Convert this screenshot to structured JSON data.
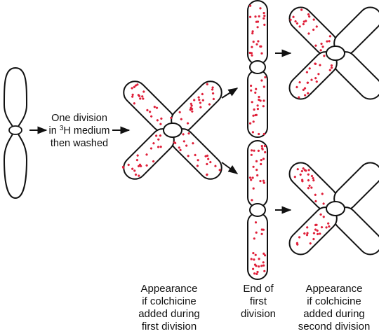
{
  "step_label": {
    "line1": "One division",
    "line2_prefix": "in ",
    "line2_isotope_mass": "3",
    "line2_suffix": "H medium",
    "line3": "then washed"
  },
  "captions": {
    "first_division": [
      "Appearance",
      "if colchicine",
      "added during",
      "first division"
    ],
    "end_of_first": [
      "End of",
      "first",
      "division"
    ],
    "second_division": [
      "Appearance",
      "if colchicine",
      "added during",
      "second division"
    ]
  },
  "colors": {
    "outline": "#111111",
    "label_dot": "#e0203a",
    "background": "#ffffff"
  }
}
